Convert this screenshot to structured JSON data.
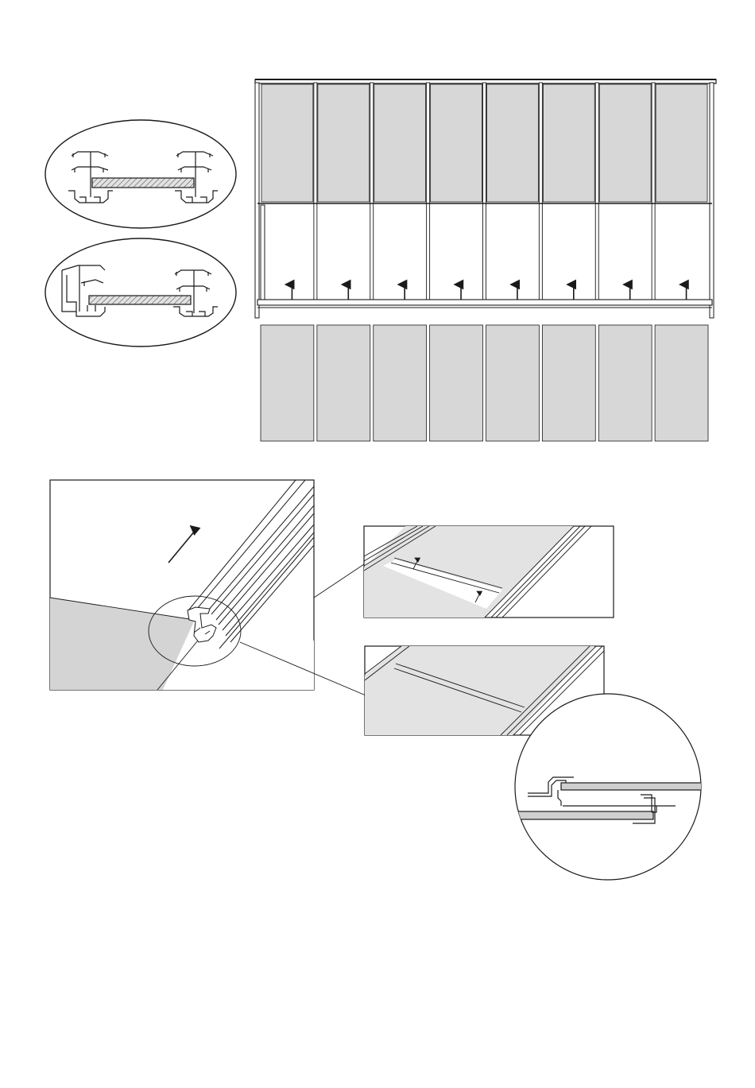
{
  "diagram": {
    "panel_count": 8,
    "detail_views": [
      "profile-section-top",
      "profile-section-bottom",
      "perspective-profile",
      "panel-insert-view-upper",
      "panel-insert-view-lower",
      "overlap-section-magnified"
    ]
  },
  "colors": {
    "ink": "#1a1a1a",
    "panel_fill": "#d7d7d7",
    "light_fill": "#e6e6e6",
    "hatch_fill": "#cfcfcf",
    "background": "#ffffff"
  }
}
